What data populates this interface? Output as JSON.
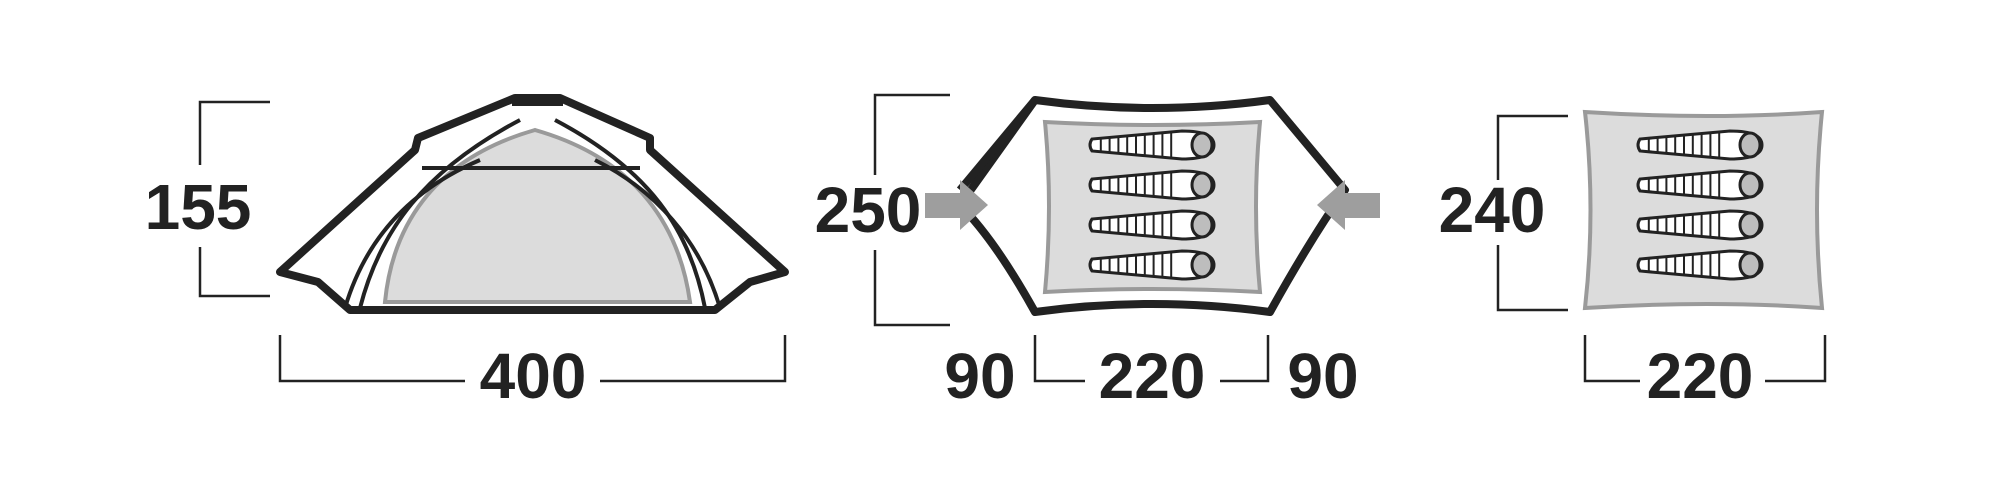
{
  "side_view": {
    "height_label": "155",
    "length_label": "400"
  },
  "vestibule_plan": {
    "width_label": "250",
    "left_vestibule_label": "90",
    "floor_length_label": "220",
    "right_vestibule_label": "90",
    "sleeping_bags": 4
  },
  "inner_plan": {
    "width_label": "240",
    "length_label": "220",
    "sleeping_bags": 4
  },
  "colors": {
    "outline": "#222222",
    "inner_fill": "#dcdcdc",
    "inner_stroke": "#9a9a9a",
    "arrow": "#9e9e9e",
    "bag_head": "#bdbdbd"
  },
  "icons": [
    "tent-side-view-icon",
    "tent-vestibule-plan-icon",
    "tent-inner-plan-icon",
    "entrance-arrow-icon",
    "sleeping-bag-icon"
  ]
}
